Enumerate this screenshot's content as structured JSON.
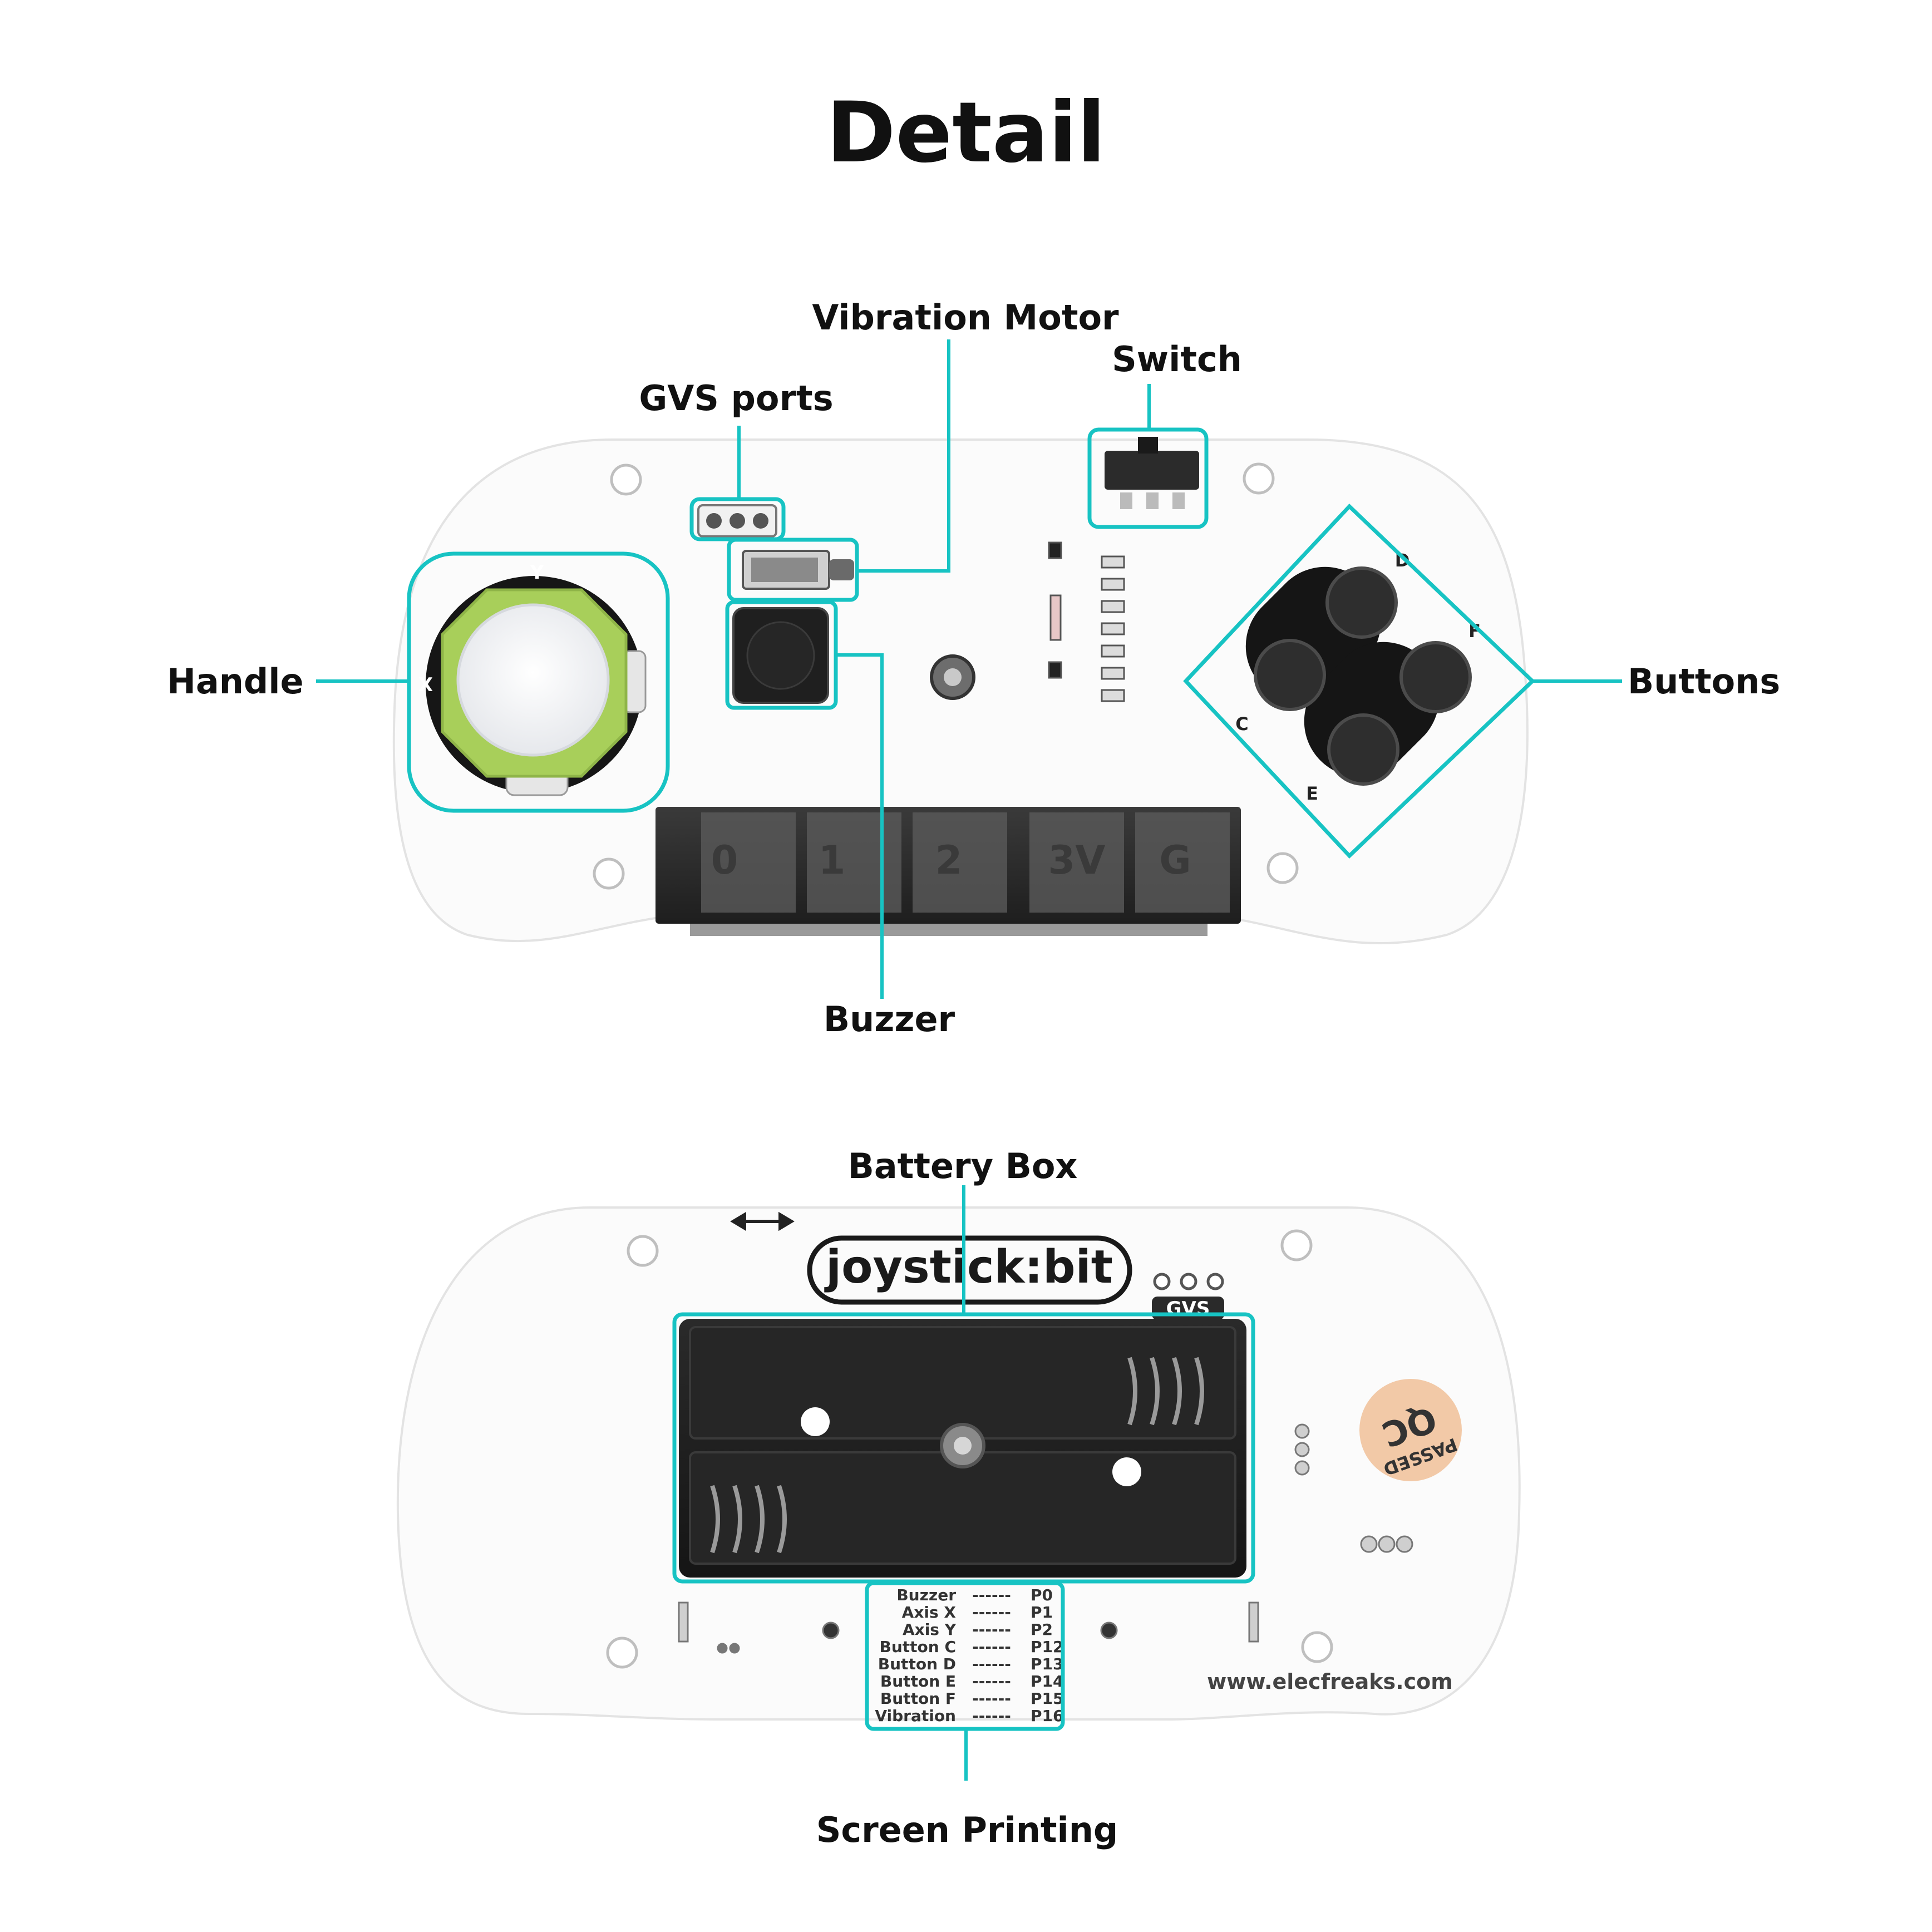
{
  "title": "Detail",
  "callouts": {
    "vibration_motor": "Vibration Motor",
    "switch": "Switch",
    "gvs_ports": "GVS ports",
    "handle": "Handle",
    "buttons": "Buttons",
    "buzzer": "Buzzer",
    "battery_box": "Battery Box",
    "screen_printing": "Screen Printing"
  },
  "front_board": {
    "joystick_axis_y": "Y",
    "joystick_axis_x": "X",
    "button_labels": [
      "C",
      "D",
      "E",
      "F"
    ],
    "edge_connector_pins": [
      "0",
      "1",
      "2",
      "3V",
      "G"
    ]
  },
  "back_board": {
    "logo": "joystick:bit",
    "port_labels": "GVS",
    "qc_sticker": [
      "QC",
      "PASSED"
    ],
    "website": "www.elecfreaks.com",
    "pin_map": [
      {
        "name": "Buzzer",
        "pin": "P0"
      },
      {
        "name": "Axis X",
        "pin": "P1"
      },
      {
        "name": "Axis Y",
        "pin": "P2"
      },
      {
        "name": "Button C",
        "pin": "P12"
      },
      {
        "name": "Button D",
        "pin": "P13"
      },
      {
        "name": "Button E",
        "pin": "P14"
      },
      {
        "name": "Button F",
        "pin": "P15"
      },
      {
        "name": "Vibration",
        "pin": "P16"
      }
    ],
    "pin_dashes": "------"
  },
  "colors": {
    "highlight": "#17c3c3",
    "joystick_cap": "#a8cf5a",
    "qc_sticker": "#f2c9a7"
  }
}
